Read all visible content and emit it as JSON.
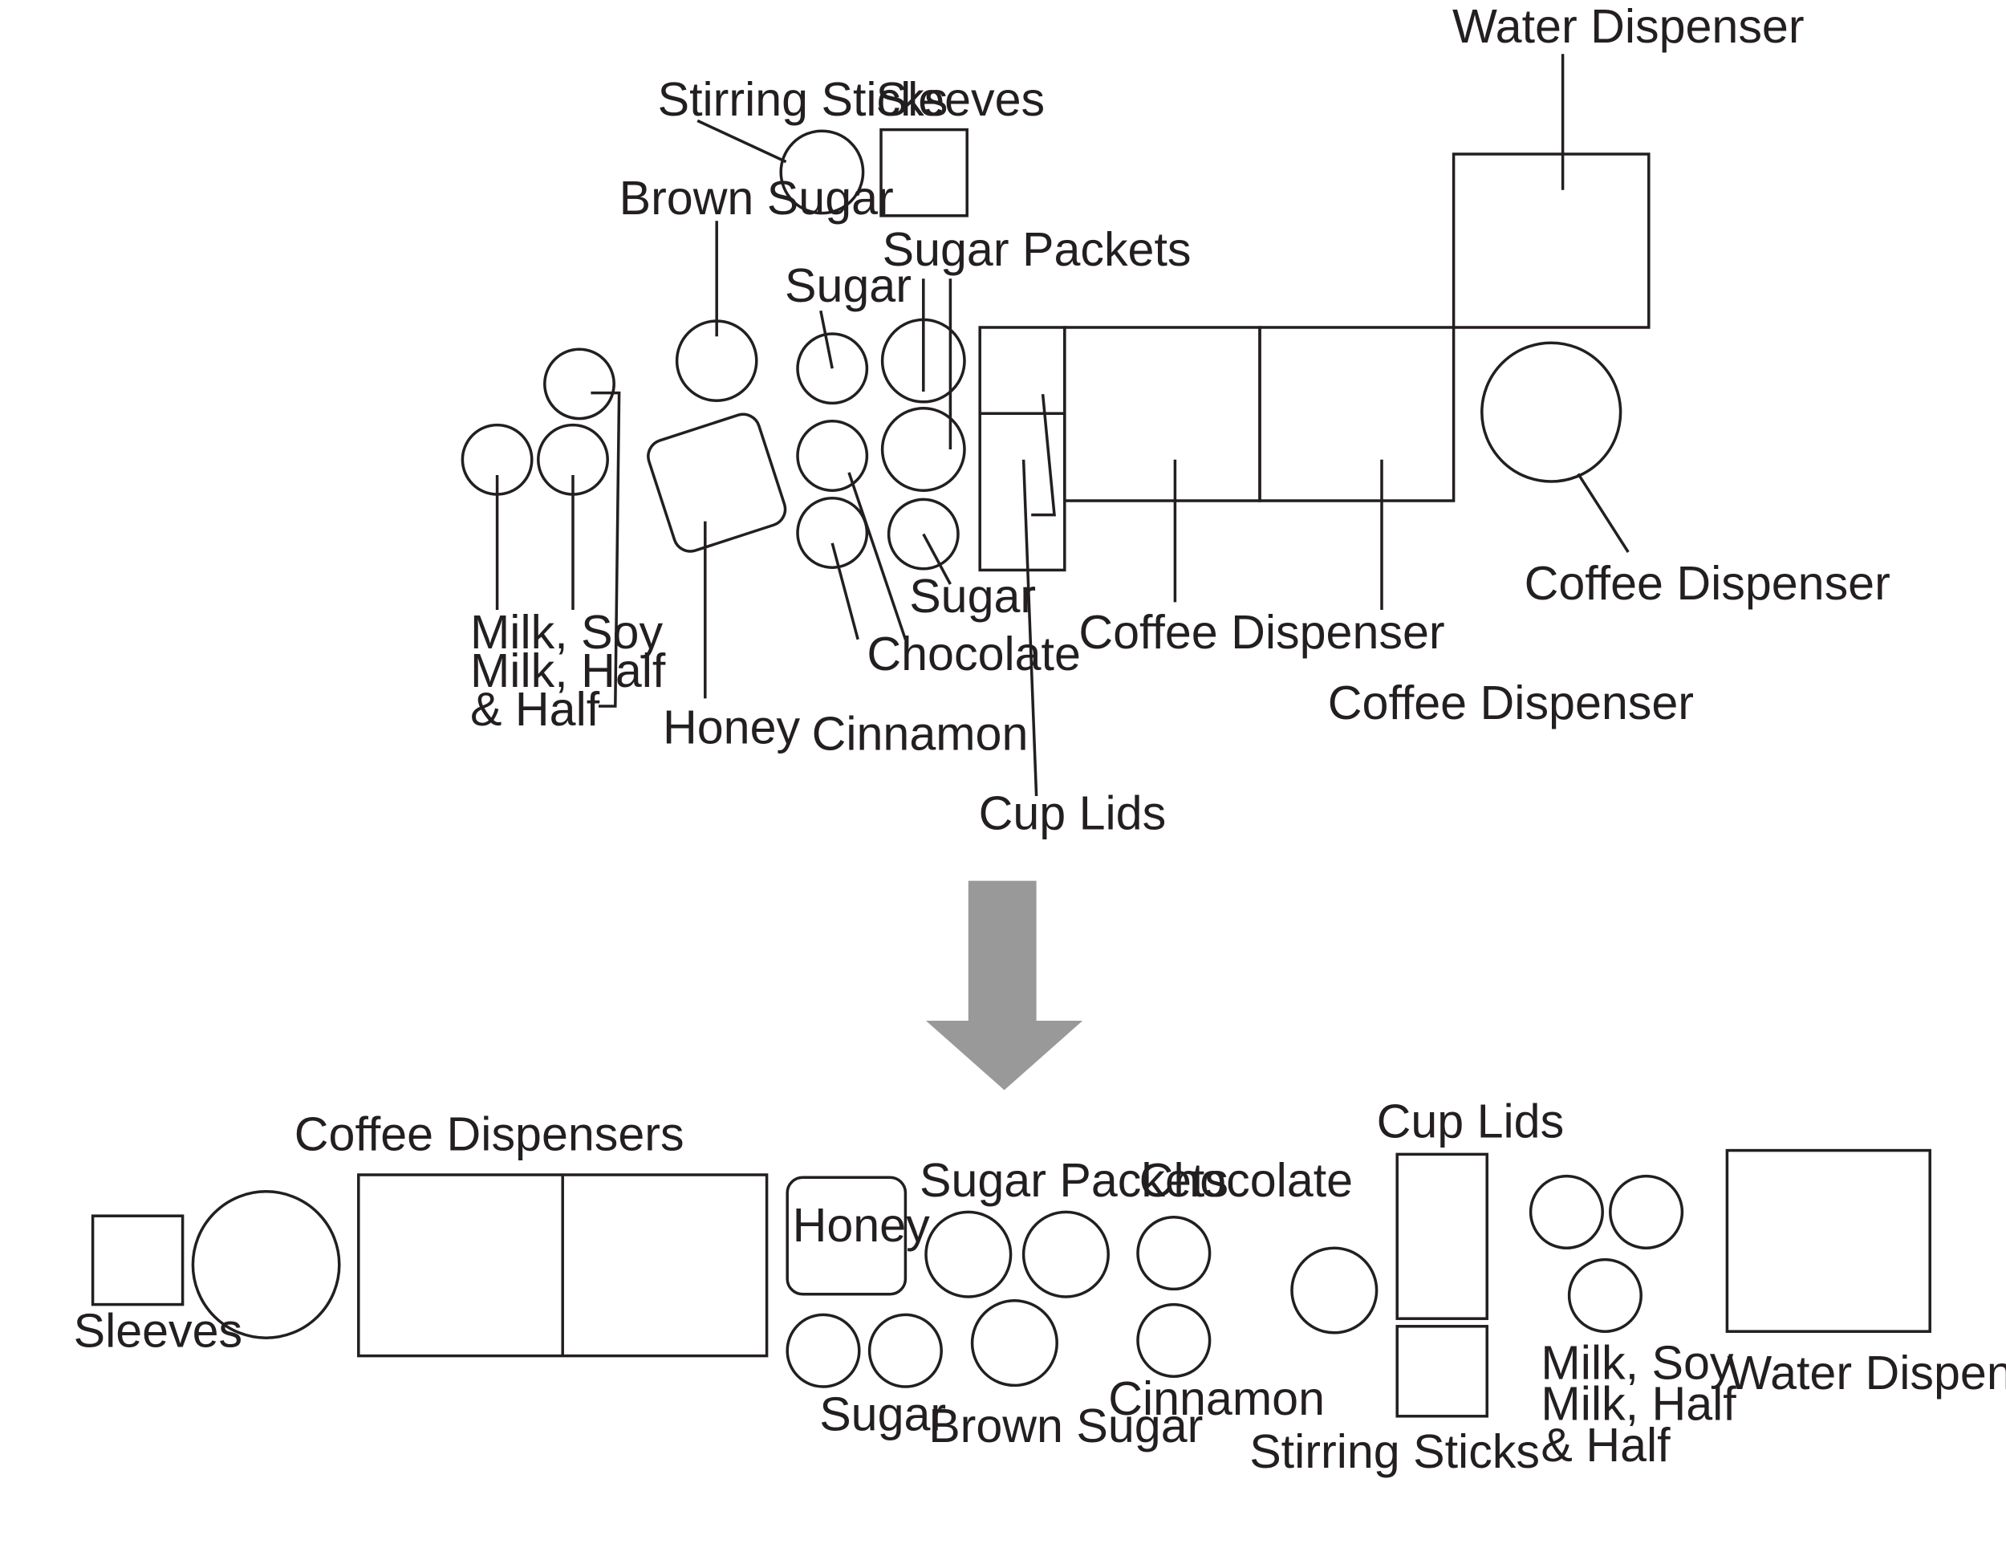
{
  "before": {
    "water_dispenser": "Water Dispenser",
    "stirring_sticks": "Stirring Sticks",
    "sleeves": "Sleeves",
    "brown_sugar": "Brown Sugar",
    "sugar_packets": "Sugar Packets",
    "sugar_top": "Sugar",
    "sugar_bottom": "Sugar",
    "milk_line1": "Milk, Soy",
    "milk_line2": "Milk, Half",
    "milk_line3": "& Half",
    "honey": "Honey",
    "chocolate": "Chocolate",
    "cinnamon": "Cinnamon",
    "coffee_dispenser_1": "Coffee Dispenser",
    "coffee_dispenser_2": "Coffee Dispenser",
    "coffee_dispenser_3": "Coffee Dispenser",
    "cup_lids": "Cup Lids"
  },
  "after": {
    "coffee_dispensers": "Coffee Dispensers",
    "sleeves": "Sleeves",
    "honey": "Honey",
    "sugar_packets": "Sugar Packets",
    "chocolate": "Chocolate",
    "cup_lids": "Cup Lids",
    "sugar": "Sugar",
    "brown_sugar": "Brown Sugar",
    "cinnamon": "Cinnamon",
    "stirring_sticks": "Stirring Sticks",
    "milk_line1": "Milk, Soy",
    "milk_line2": "Milk, Half",
    "milk_line3": "& Half",
    "water_dispenser": "Water Dispenser"
  },
  "colors": {
    "line": "#231f20",
    "arrow": "#999999",
    "background": "#ffffff"
  }
}
